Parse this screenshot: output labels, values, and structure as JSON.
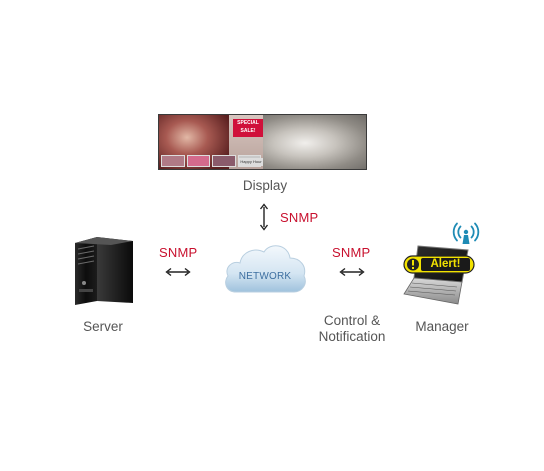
{
  "diagram": {
    "display": {
      "label": "Display",
      "sale_line1": "SPECIAL",
      "sale_line2": "SALE!",
      "caption": "Happy Hour"
    },
    "links": {
      "display_network": "SNMP",
      "server_network": "SNMP",
      "network_manager": "SNMP"
    },
    "network": {
      "label": "NETWORK"
    },
    "server": {
      "label": "Server"
    },
    "control": {
      "line1": "Control &",
      "line2": "Notification"
    },
    "manager": {
      "label": "Manager",
      "alert_text": "Alert!"
    },
    "colors": {
      "snmp": "#c8102e",
      "cloud_text": "#3d6fa0",
      "alert_yellow": "#f2e200",
      "wireless_teal": "#1e8bb5",
      "label_gray": "#555555"
    }
  }
}
